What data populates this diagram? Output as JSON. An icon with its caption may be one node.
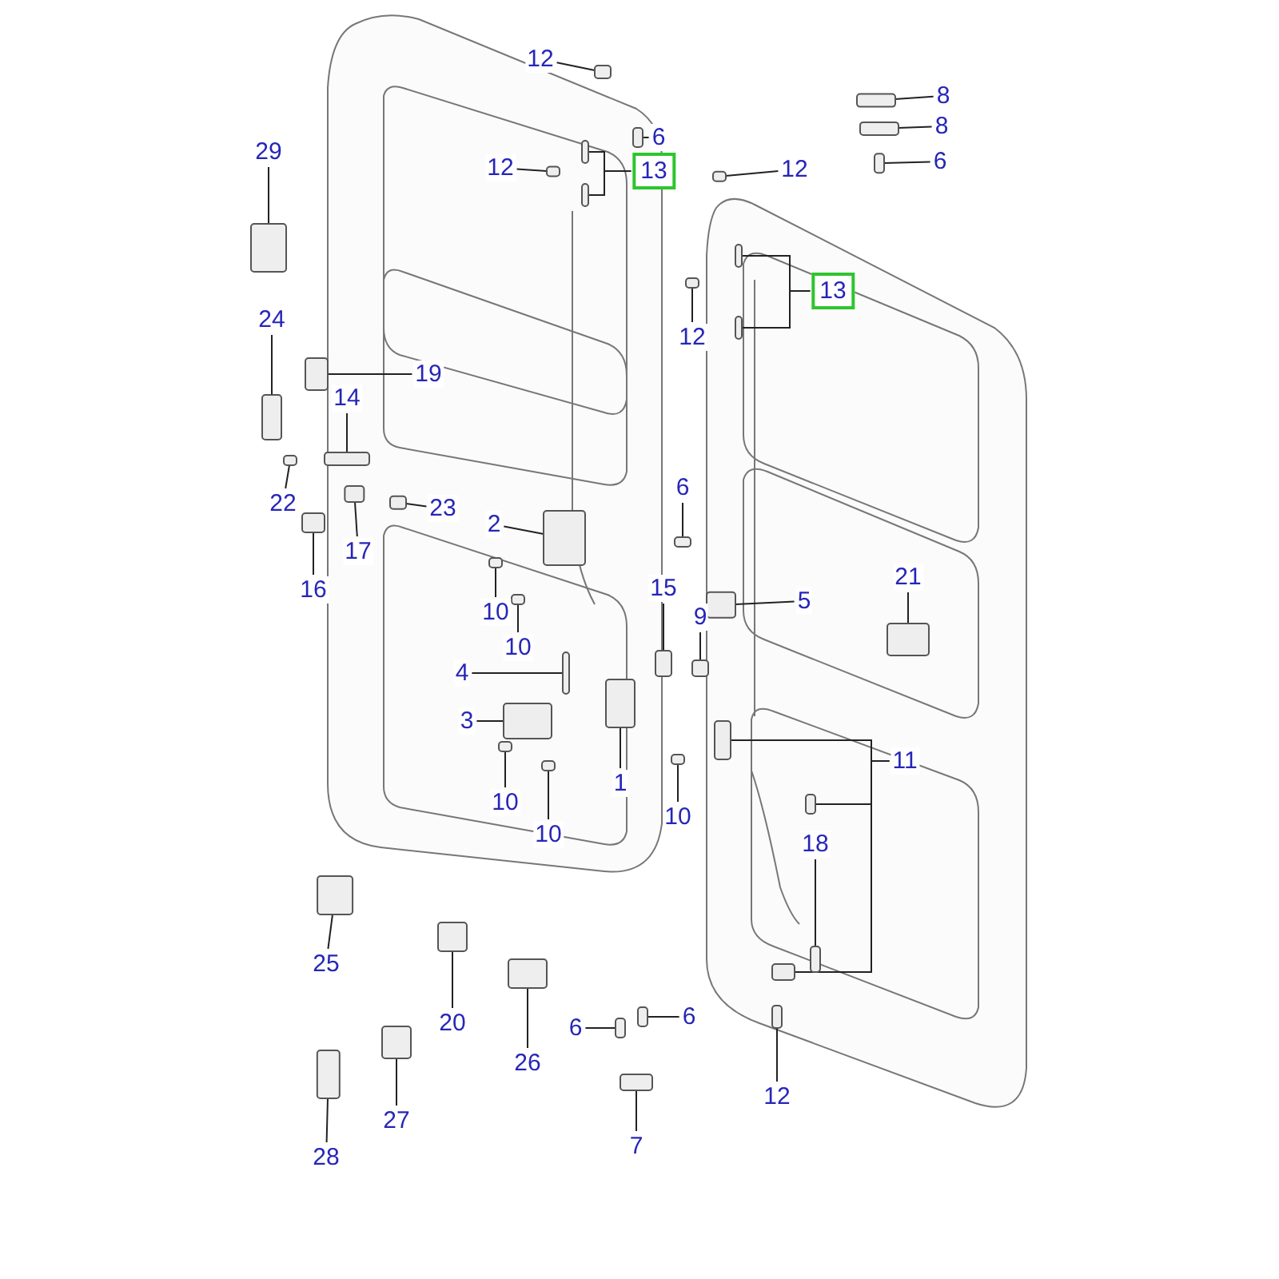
{
  "diagram": {
    "nodes": [
      {
        "text": [
          "12"
        ]
      },
      {
        "text": [
          "8"
        ]
      },
      {
        "text": [
          "8"
        ]
      },
      {
        "text": [
          "12"
        ]
      },
      {
        "text": [
          "13"
        ]
      },
      {
        "text": [
          "6"
        ]
      },
      {
        "text": [
          "6"
        ]
      },
      {
        "text": [
          "12"
        ]
      },
      {
        "text": [
          "29"
        ]
      },
      {
        "text": [
          "13"
        ]
      },
      {
        "text": [
          "12"
        ]
      },
      {
        "text": [
          "24"
        ]
      },
      {
        "text": [
          "19"
        ]
      },
      {
        "text": [
          "14"
        ]
      },
      {
        "text": [
          "22"
        ]
      },
      {
        "text": [
          "23"
        ]
      },
      {
        "text": [
          "17"
        ]
      },
      {
        "text": [
          "16"
        ]
      },
      {
        "text": [
          "2"
        ]
      },
      {
        "text": [
          "6"
        ]
      },
      {
        "text": [
          "21"
        ]
      },
      {
        "text": [
          "15"
        ]
      },
      {
        "text": [
          "10"
        ]
      },
      {
        "text": [
          "5"
        ]
      },
      {
        "text": [
          "9"
        ]
      },
      {
        "text": [
          "10"
        ]
      },
      {
        "text": [
          "4"
        ]
      },
      {
        "text": [
          "11"
        ]
      },
      {
        "text": [
          "3"
        ]
      },
      {
        "text": [
          "1"
        ]
      },
      {
        "text": [
          "10"
        ]
      },
      {
        "text": [
          "10"
        ]
      },
      {
        "text": [
          "10"
        ]
      },
      {
        "text": [
          "18"
        ]
      },
      {
        "text": [
          "25"
        ]
      },
      {
        "text": [
          "20"
        ]
      },
      {
        "text": [
          "26"
        ]
      },
      {
        "text": [
          "6"
        ]
      },
      {
        "text": [
          "6"
        ]
      },
      {
        "text": [
          "12"
        ]
      },
      {
        "text": [
          "27"
        ]
      },
      {
        "text": [
          "28"
        ]
      },
      {
        "text": [
          "7"
        ]
      },
      {
        "text": [],
        "shape": "box"
      },
      {
        "text": [],
        "shape": "box"
      },
      {
        "text": [],
        "shape": "box"
      },
      {
        "text": [],
        "shape": "box"
      },
      {
        "text": [],
        "shape": "box"
      },
      {
        "text": [],
        "shape": "box"
      },
      {
        "text": [],
        "shape": "box"
      },
      {
        "text": [],
        "shape": "box"
      },
      {
        "text": [],
        "shape": "box"
      },
      {
        "text": [],
        "shape": "box"
      },
      {
        "text": [],
        "shape": "box"
      },
      {
        "text": [],
        "shape": "box"
      },
      {
        "text": [],
        "shape": "box"
      },
      {
        "text": [],
        "shape": "box"
      },
      {
        "text": [],
        "shape": "box"
      },
      {
        "text": [],
        "shape": "box"
      },
      {
        "text": [],
        "shape": "box"
      },
      {
        "text": [],
        "shape": "box"
      },
      {
        "text": [],
        "shape": "box"
      },
      {
        "text": [],
        "shape": "box"
      },
      {
        "text": [],
        "shape": "box"
      },
      {
        "text": [],
        "shape": "box"
      },
      {
        "text": [],
        "shape": "box"
      },
      {
        "text": [],
        "shape": "box"
      },
      {
        "text": [],
        "shape": "box"
      },
      {
        "text": [],
        "shape": "box"
      },
      {
        "text": [],
        "shape": "box"
      },
      {
        "text": [],
        "shape": "box"
      },
      {
        "text": [],
        "shape": "box"
      },
      {
        "text": [],
        "shape": "box"
      },
      {
        "text": [],
        "shape": "box"
      },
      {
        "text": [],
        "shape": "box"
      },
      {
        "text": [],
        "shape": "box"
      },
      {
        "text": [],
        "shape": "box"
      },
      {
        "text": [],
        "shape": "box"
      },
      {
        "text": [],
        "shape": "box"
      },
      {
        "text": [],
        "shape": "box"
      },
      {
        "text": [],
        "shape": "box"
      },
      {
        "text": [],
        "shape": "box"
      },
      {
        "text": [],
        "shape": "box"
      },
      {
        "text": [],
        "shape": "box"
      },
      {
        "text": [],
        "shape": "box"
      },
      {
        "text": [],
        "shape": "box"
      },
      {
        "text": [],
        "shape": "box"
      },
      {
        "text": [],
        "shape": "box"
      },
      {
        "text": [],
        "shape": "box"
      },
      {
        "text": [],
        "shape": "box"
      }
    ],
    "edges": [
      {
        "from": 0,
        "to": 43,
        "arrow": "none"
      },
      {
        "from": 1,
        "to": 44,
        "arrow": "none"
      },
      {
        "from": 2,
        "to": 45,
        "arrow": "none"
      },
      {
        "from": 3,
        "to": 46,
        "arrow": "none"
      },
      {
        "from": 4,
        "to": 47,
        "arrow": "none"
      },
      {
        "from": 4,
        "to": 48,
        "arrow": "none"
      },
      {
        "from": 5,
        "to": 49,
        "arrow": "none"
      },
      {
        "from": 6,
        "to": 50,
        "arrow": "none"
      },
      {
        "from": 7,
        "to": 51,
        "arrow": "none"
      },
      {
        "from": 8,
        "to": 52,
        "arrow": "none"
      },
      {
        "from": 9,
        "to": 53,
        "arrow": "none"
      },
      {
        "from": 9,
        "to": 54,
        "arrow": "none"
      },
      {
        "from": 10,
        "to": 55,
        "arrow": "none"
      },
      {
        "from": 11,
        "to": 56,
        "arrow": "none"
      },
      {
        "from": 12,
        "to": 57,
        "arrow": "none"
      },
      {
        "from": 13,
        "to": 58,
        "arrow": "none"
      },
      {
        "from": 14,
        "to": 59,
        "arrow": "none"
      },
      {
        "from": 15,
        "to": 60,
        "arrow": "none"
      },
      {
        "from": 16,
        "to": 61,
        "arrow": "none"
      },
      {
        "from": 17,
        "to": 62,
        "arrow": "none"
      },
      {
        "from": 18,
        "to": 63,
        "arrow": "none"
      },
      {
        "from": 19,
        "to": 64,
        "arrow": "none"
      },
      {
        "from": 20,
        "to": 65,
        "arrow": "none"
      },
      {
        "from": 21,
        "to": 66,
        "arrow": "none"
      },
      {
        "from": 22,
        "to": 67,
        "arrow": "none"
      },
      {
        "from": 23,
        "to": 68,
        "arrow": "none"
      },
      {
        "from": 24,
        "to": 69,
        "arrow": "none"
      },
      {
        "from": 25,
        "to": 70,
        "arrow": "none"
      },
      {
        "from": 26,
        "to": 71,
        "arrow": "none"
      },
      {
        "from": 27,
        "to": 72,
        "arrow": "none"
      },
      {
        "from": 27,
        "to": 73,
        "arrow": "none"
      },
      {
        "from": 27,
        "to": 74,
        "arrow": "none"
      },
      {
        "from": 28,
        "to": 75,
        "arrow": "none"
      },
      {
        "from": 29,
        "to": 76,
        "arrow": "none"
      },
      {
        "from": 30,
        "to": 77,
        "arrow": "none"
      },
      {
        "from": 31,
        "to": 78,
        "arrow": "none"
      },
      {
        "from": 32,
        "to": 79,
        "arrow": "none"
      },
      {
        "from": 33,
        "to": 80,
        "arrow": "none"
      },
      {
        "from": 34,
        "to": 81,
        "arrow": "none"
      },
      {
        "from": 35,
        "to": 82,
        "arrow": "none"
      },
      {
        "from": 36,
        "to": 83,
        "arrow": "none"
      },
      {
        "from": 37,
        "to": 84,
        "arrow": "none"
      },
      {
        "from": 38,
        "to": 85,
        "arrow": "none"
      },
      {
        "from": 39,
        "to": 86,
        "arrow": "none"
      },
      {
        "from": 40,
        "to": 87,
        "arrow": "none"
      },
      {
        "from": 41,
        "to": 88,
        "arrow": "none"
      },
      {
        "from": 42,
        "to": 89,
        "arrow": "none"
      }
    ]
  }
}
